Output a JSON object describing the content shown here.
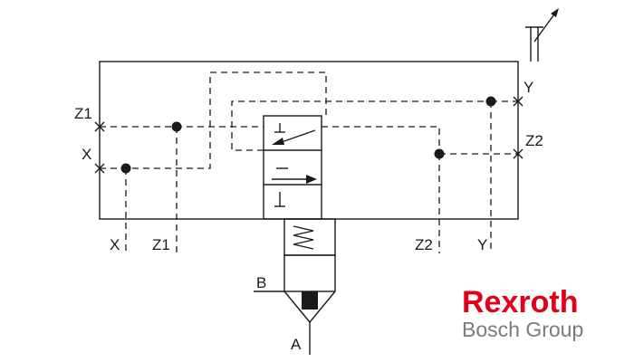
{
  "diagram": {
    "ports": {
      "z1_left": "Z1",
      "x_left": "X",
      "y_right": "Y",
      "z2_right": "Z2",
      "x_bottom": "X",
      "z1_bottom": "Z1",
      "z2_bottom": "Z2",
      "y_bottom": "Y",
      "b": "B",
      "a": "A"
    }
  },
  "logo": {
    "brand": "Rexroth",
    "group": "Bosch Group",
    "brand_color": "#e2001a",
    "group_color": "#7a7a7a"
  },
  "colors": {
    "line": "#1a1a1a",
    "background": "#ffffff"
  }
}
